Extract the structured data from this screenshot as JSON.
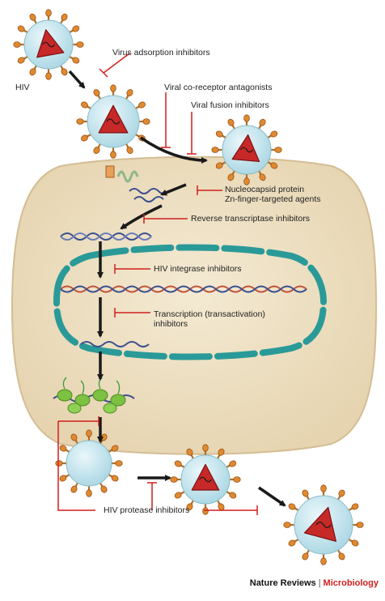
{
  "labels": {
    "hiv": "HIV",
    "adsorption": "Virus adsorption inhibitors",
    "coreceptor": "Viral co-receptor antagonists",
    "fusion": "Viral fusion inhibitors",
    "nucleocapsid_1": "Nucleocapsid protein",
    "nucleocapsid_2": "Zn-finger-targeted agents",
    "rt": "Reverse transcriptase inhibitors",
    "integrase": "HIV integrase inhibitors",
    "transcription_1": "Transcription (transactivation)",
    "transcription_2": "inhibitors",
    "protease": "HIV protease inhibitors"
  },
  "footer": {
    "journal": "Nature Reviews",
    "separator": "|",
    "section": "Microbiology"
  },
  "colors": {
    "cell": "#efe3c8",
    "cell_edge": "#d9c49c",
    "nucleus": "#2a9a98",
    "virion_fill": "#bfe3ec",
    "capsid": "#c72828",
    "spike": "#e08a30",
    "inhibitor": "#d01f1f",
    "arrow": "#1a1a1a",
    "dna_blue": "#3a4f8f",
    "dna_red": "#c0533a",
    "ribosome": "#7cc142"
  }
}
